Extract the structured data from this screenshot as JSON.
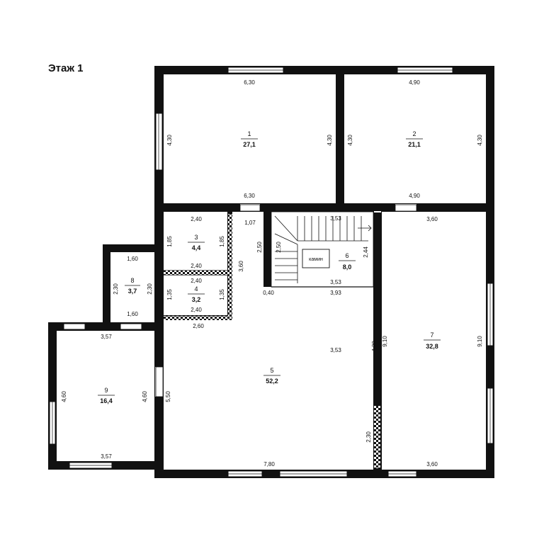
{
  "floor_title": "Этаж 1",
  "fireplace_label": "камин",
  "rooms": [
    {
      "number": "1",
      "area": "27,1"
    },
    {
      "number": "2",
      "area": "21,1"
    },
    {
      "number": "3",
      "area": "4,4"
    },
    {
      "number": "4",
      "area": "3,2"
    },
    {
      "number": "5",
      "area": "52,2"
    },
    {
      "number": "6",
      "area": "8,0"
    },
    {
      "number": "7",
      "area": "32,8"
    },
    {
      "number": "8",
      "area": "3,7"
    },
    {
      "number": "9",
      "area": "16,4"
    }
  ],
  "dimensions": {
    "r1_top": "6,30",
    "r1_left": "4,30",
    "r1_right": "4,30",
    "r1_bottom": "6,30",
    "r2_top": "4,90",
    "r2_left": "4,30",
    "r2_right": "4,30",
    "r2_bottom": "4,90",
    "r3_top": "2,40",
    "r3_left": "1,85",
    "r3_right": "1,85",
    "r3_bottom": "2,40",
    "r4_top": "2,40",
    "r4_left": "1,35",
    "r4_right": "1,35",
    "r4_bottom": "2,40",
    "corridor_width": "1,07",
    "corridor_len": "2,50",
    "wall_span": "3,60",
    "wall_seg": "2,60",
    "stair_top": "3,53",
    "stair_left": "2,50",
    "stair_right": "2,44",
    "stair_bottom": "3,53",
    "stair_wall": "3,93",
    "stair_post": "0,40",
    "r7_top": "3,60",
    "r7_left": "9,10",
    "r7_right": "9,10",
    "r7_bottom": "3,60",
    "r5_inner": "3,53",
    "r5_right_wall": "4,30",
    "r5_left": "5,50",
    "r5_bottom": "7,80",
    "r5_door": "2,30",
    "r8_top": "1,60",
    "r8_left": "2,30",
    "r8_right": "2,30",
    "r8_bottom": "1,60",
    "r9_top": "3,57",
    "r9_left": "4,60",
    "r9_right": "4,60",
    "r9_bottom": "3,57"
  }
}
